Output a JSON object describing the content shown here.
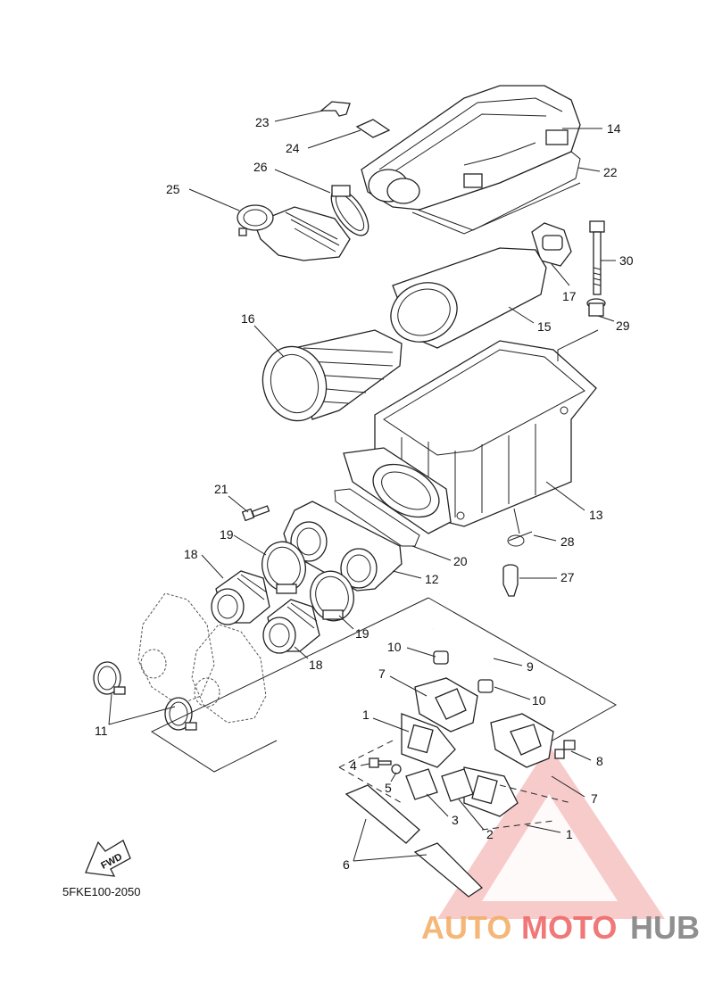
{
  "callouts": [
    {
      "id": "c23",
      "text": "23"
    },
    {
      "id": "c24",
      "text": "24"
    },
    {
      "id": "c14",
      "text": "14"
    },
    {
      "id": "c22",
      "text": "22"
    },
    {
      "id": "c26",
      "text": "26"
    },
    {
      "id": "c25",
      "text": "25"
    },
    {
      "id": "c30",
      "text": "30"
    },
    {
      "id": "c17",
      "text": "17"
    },
    {
      "id": "c29",
      "text": "29"
    },
    {
      "id": "c15",
      "text": "15"
    },
    {
      "id": "c16",
      "text": "16"
    },
    {
      "id": "c13",
      "text": "13"
    },
    {
      "id": "c21",
      "text": "21"
    },
    {
      "id": "c28",
      "text": "28"
    },
    {
      "id": "c19a",
      "text": "19"
    },
    {
      "id": "c20",
      "text": "20"
    },
    {
      "id": "c18a",
      "text": "18"
    },
    {
      "id": "c12",
      "text": "12"
    },
    {
      "id": "c27",
      "text": "27"
    },
    {
      "id": "c19b",
      "text": "19"
    },
    {
      "id": "c18b",
      "text": "18"
    },
    {
      "id": "c10a",
      "text": "10"
    },
    {
      "id": "c9",
      "text": "9"
    },
    {
      "id": "c7a",
      "text": "7"
    },
    {
      "id": "c10b",
      "text": "10"
    },
    {
      "id": "c11",
      "text": "11"
    },
    {
      "id": "c1a",
      "text": "1"
    },
    {
      "id": "c8",
      "text": "8"
    },
    {
      "id": "c4",
      "text": "4"
    },
    {
      "id": "c5",
      "text": "5"
    },
    {
      "id": "c7b",
      "text": "7"
    },
    {
      "id": "c3",
      "text": "3"
    },
    {
      "id": "c2",
      "text": "2"
    },
    {
      "id": "c1b",
      "text": "1"
    },
    {
      "id": "c6",
      "text": "6"
    }
  ],
  "fwd_label": "FWD",
  "diagram_code": "5FKE100-2050",
  "watermark": {
    "part1": "AUTO",
    "part2": "MOTO",
    "part3": "HUB",
    "colors": {
      "auto": "#f3b06a",
      "moto": "#ef6a6a",
      "hub": "#8a8a8a",
      "triangle": "#f08080"
    }
  }
}
